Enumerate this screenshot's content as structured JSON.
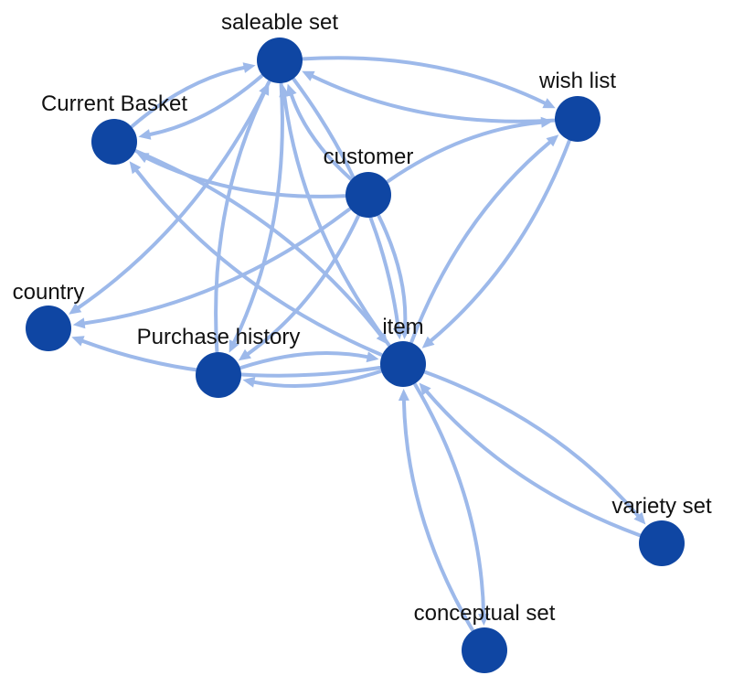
{
  "colors": {
    "node": "#0f46a3",
    "edge": "#9db9ea",
    "label": "#111111",
    "background": "#ffffff"
  },
  "nodes": [
    {
      "id": "saleable",
      "label": "saleable set"
    },
    {
      "id": "wish",
      "label": "wish list"
    },
    {
      "id": "basket",
      "label": "Current Basket"
    },
    {
      "id": "customer",
      "label": "customer"
    },
    {
      "id": "country",
      "label": "country"
    },
    {
      "id": "purchase",
      "label": "Purchase history"
    },
    {
      "id": "item",
      "label": "item"
    },
    {
      "id": "variety",
      "label": "variety set"
    },
    {
      "id": "conceptual",
      "label": "conceptual set"
    }
  ],
  "edges": [
    {
      "from": "saleable",
      "to": "wish"
    },
    {
      "from": "wish",
      "to": "saleable"
    },
    {
      "from": "saleable",
      "to": "basket"
    },
    {
      "from": "basket",
      "to": "saleable"
    },
    {
      "from": "saleable",
      "to": "country"
    },
    {
      "from": "saleable",
      "to": "purchase"
    },
    {
      "from": "purchase",
      "to": "saleable"
    },
    {
      "from": "saleable",
      "to": "item"
    },
    {
      "from": "item",
      "to": "saleable"
    },
    {
      "from": "customer",
      "to": "saleable"
    },
    {
      "from": "customer",
      "to": "basket"
    },
    {
      "from": "customer",
      "to": "wish"
    },
    {
      "from": "customer",
      "to": "country"
    },
    {
      "from": "customer",
      "to": "purchase"
    },
    {
      "from": "customer",
      "to": "item"
    },
    {
      "from": "basket",
      "to": "item"
    },
    {
      "from": "item",
      "to": "basket"
    },
    {
      "from": "item",
      "to": "wish"
    },
    {
      "from": "wish",
      "to": "item"
    },
    {
      "from": "item",
      "to": "country"
    },
    {
      "from": "item",
      "to": "purchase"
    },
    {
      "from": "purchase",
      "to": "item"
    },
    {
      "from": "item",
      "to": "variety"
    },
    {
      "from": "variety",
      "to": "item"
    },
    {
      "from": "item",
      "to": "conceptual"
    },
    {
      "from": "conceptual",
      "to": "item"
    }
  ]
}
